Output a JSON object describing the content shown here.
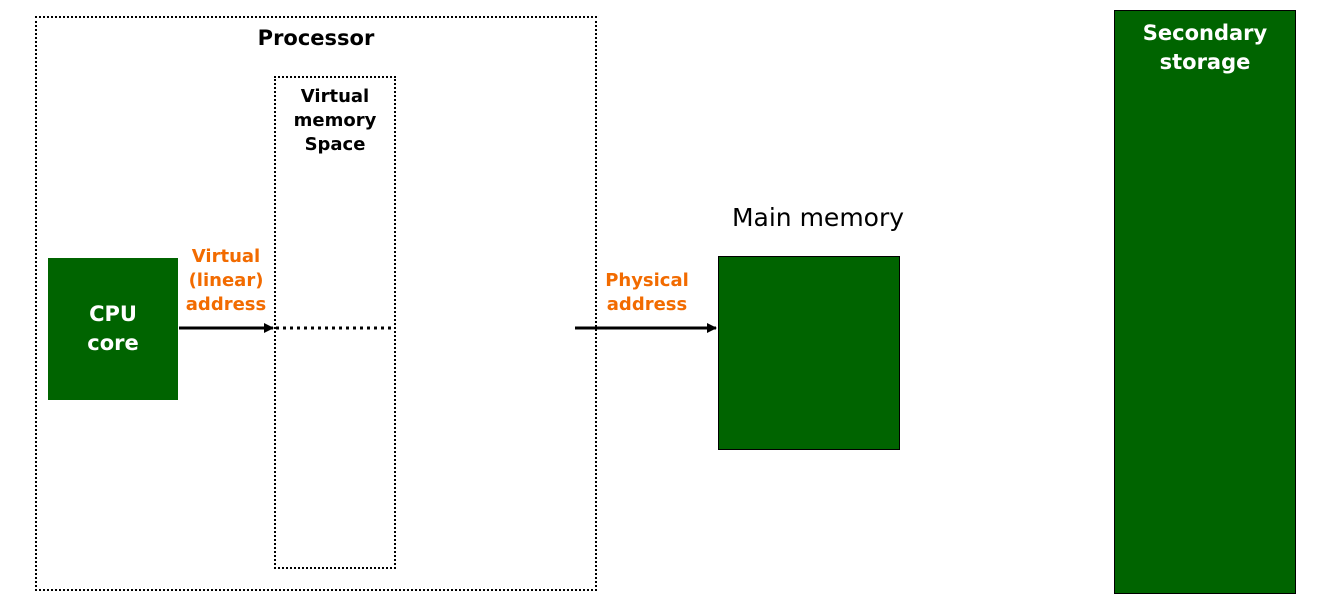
{
  "processor": {
    "title": "Processor"
  },
  "virtual_memory_space": {
    "lines": [
      "Virtual",
      "memory",
      "Space"
    ]
  },
  "cpu_core": {
    "lines": [
      "CPU",
      "core"
    ]
  },
  "virtual_address": {
    "lines": [
      "Virtual",
      "(linear)",
      "address"
    ]
  },
  "physical_address": {
    "lines": [
      "Physical",
      "address"
    ]
  },
  "main_memory": {
    "label": "Main memory"
  },
  "secondary_storage": {
    "lines": [
      "Secondary",
      "storage"
    ]
  },
  "colors": {
    "block_green": "#006400",
    "address_label_orange": "#f26b00",
    "block_text": "#ffffff"
  }
}
